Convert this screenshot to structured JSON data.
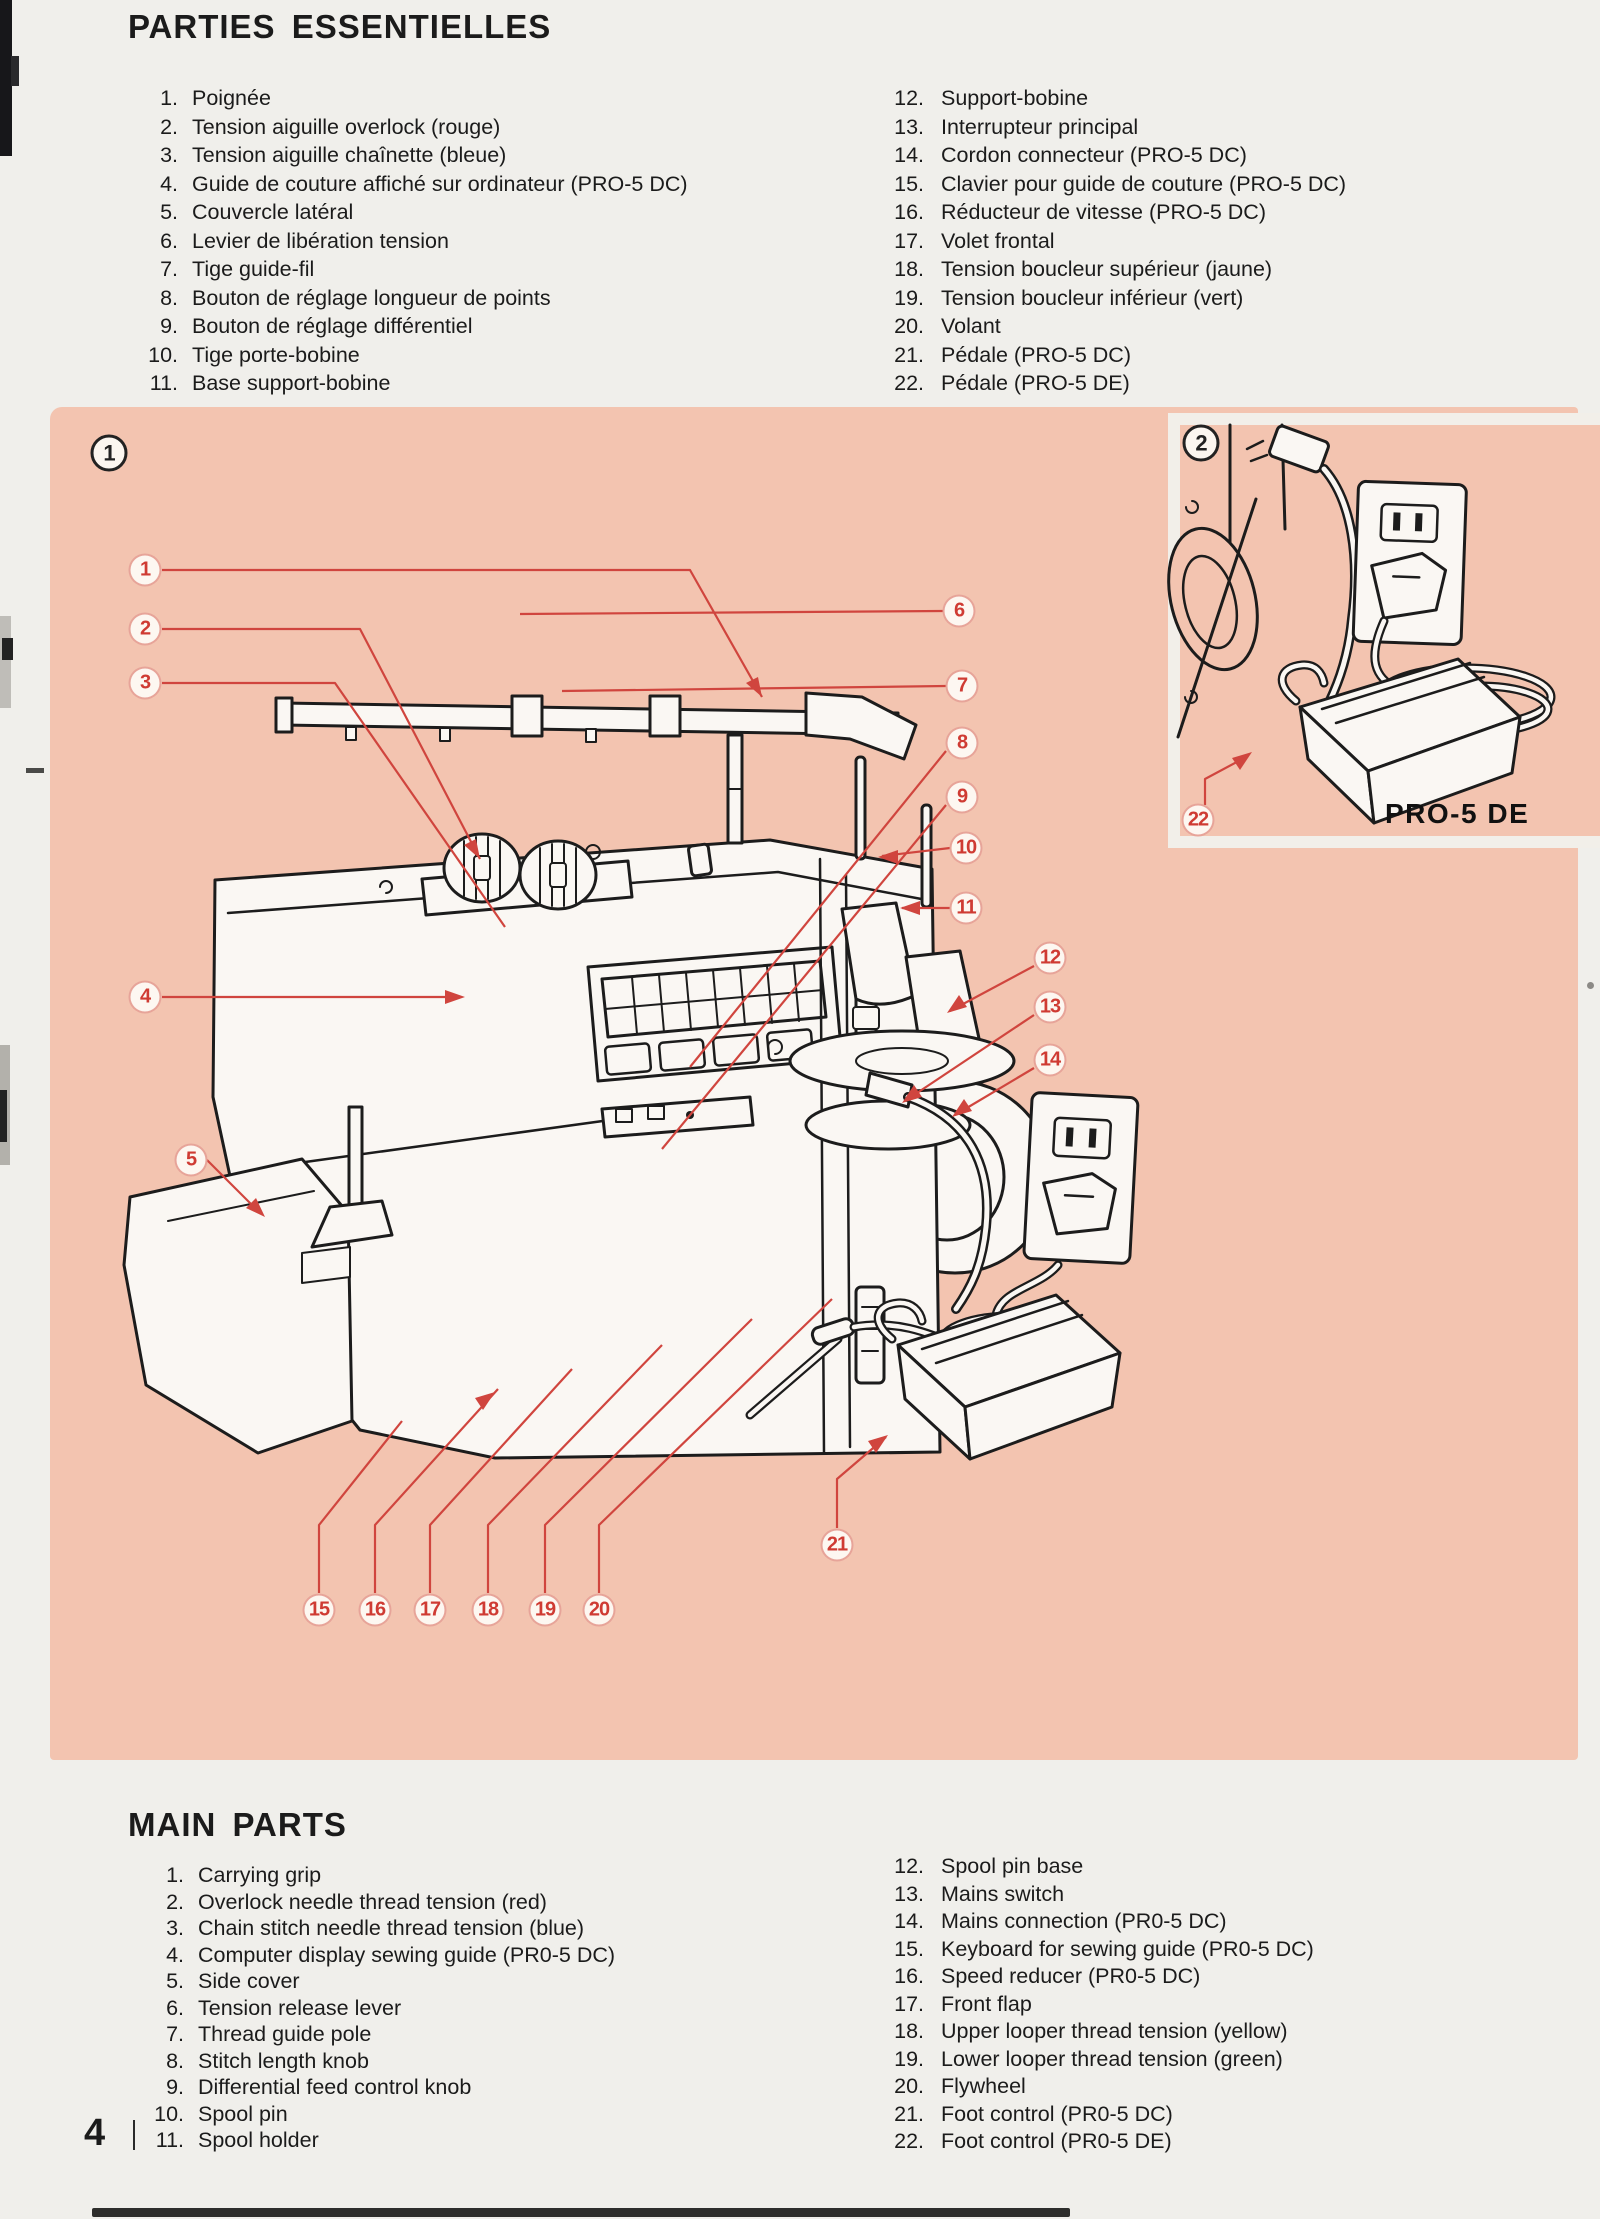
{
  "page": {
    "number": "4"
  },
  "french": {
    "title": "PARTIES ESSENTIELLES",
    "items_left": [
      {
        "n": "1.",
        "t": "Poignée"
      },
      {
        "n": "2.",
        "t": "Tension aiguille overlock (rouge)"
      },
      {
        "n": "3.",
        "t": "Tension aiguille chaînette (bleue)"
      },
      {
        "n": "4.",
        "t": "Guide de couture affiché sur ordinateur (PRO-5 DC)"
      },
      {
        "n": "5.",
        "t": "Couvercle latéral"
      },
      {
        "n": "6.",
        "t": "Levier de libération tension"
      },
      {
        "n": "7.",
        "t": "Tige guide-fil"
      },
      {
        "n": "8.",
        "t": "Bouton de réglage longueur de points"
      },
      {
        "n": "9.",
        "t": "Bouton de réglage différentiel"
      },
      {
        "n": "10.",
        "t": "Tige porte-bobine"
      },
      {
        "n": "11.",
        "t": "Base support-bobine"
      }
    ],
    "items_right": [
      {
        "n": "12.",
        "t": "Support-bobine"
      },
      {
        "n": "13.",
        "t": "Interrupteur principal"
      },
      {
        "n": "14.",
        "t": "Cordon connecteur (PRO-5 DC)"
      },
      {
        "n": "15.",
        "t": "Clavier pour guide de couture (PRO-5 DC)"
      },
      {
        "n": "16.",
        "t": "Réducteur de vitesse (PRO-5 DC)"
      },
      {
        "n": "17.",
        "t": "Volet frontal"
      },
      {
        "n": "18.",
        "t": "Tension boucleur supérieur (jaune)"
      },
      {
        "n": "19.",
        "t": "Tension boucleur inférieur (vert)"
      },
      {
        "n": "20.",
        "t": "Volant"
      },
      {
        "n": "21.",
        "t": "Pédale (PRO-5 DC)"
      },
      {
        "n": "22.",
        "t": "Pédale (PRO-5 DE)"
      }
    ]
  },
  "english": {
    "title": "MAIN PARTS",
    "items_left": [
      {
        "n": "1.",
        "t": "Carrying grip"
      },
      {
        "n": "2.",
        "t": "Overlock needle thread tension (red)"
      },
      {
        "n": "3.",
        "t": "Chain stitch needle thread tension (blue)"
      },
      {
        "n": "4.",
        "t": "Computer display sewing guide (PR0-5 DC)"
      },
      {
        "n": "5.",
        "t": "Side cover"
      },
      {
        "n": "6.",
        "t": "Tension release lever"
      },
      {
        "n": "7.",
        "t": "Thread guide pole"
      },
      {
        "n": "8.",
        "t": "Stitch length knob"
      },
      {
        "n": "9.",
        "t": "Differential feed control knob"
      },
      {
        "n": "10.",
        "t": "Spool pin"
      },
      {
        "n": "11.",
        "t": "Spool holder"
      }
    ],
    "items_right": [
      {
        "n": "12.",
        "t": "Spool pin base"
      },
      {
        "n": "13.",
        "t": "Mains switch"
      },
      {
        "n": "14.",
        "t": "Mains connection (PR0-5 DC)"
      },
      {
        "n": "15.",
        "t": "Keyboard for sewing guide (PR0-5 DC)"
      },
      {
        "n": "16.",
        "t": "Speed reducer (PR0-5 DC)"
      },
      {
        "n": "17.",
        "t": "Front flap"
      },
      {
        "n": "18.",
        "t": "Upper looper thread tension (yellow)"
      },
      {
        "n": "19.",
        "t": "Lower looper thread tension (green)"
      },
      {
        "n": "20.",
        "t": "Flywheel"
      },
      {
        "n": "21.",
        "t": "Foot control (PR0-5 DC)"
      },
      {
        "n": "22.",
        "t": "Foot control (PR0-5 DE)"
      }
    ]
  },
  "figure": {
    "diagram_label": "1",
    "inset_label": "2",
    "inset_model": "PRO-5 DE",
    "inset_callout": "22",
    "accent_red": "#cf3b33",
    "background_pink": "#f3c4b0",
    "callouts": [
      "1",
      "2",
      "3",
      "4",
      "5",
      "6",
      "7",
      "8",
      "9",
      "10",
      "11",
      "12",
      "13",
      "14",
      "15",
      "16",
      "17",
      "18",
      "19",
      "20",
      "21"
    ]
  }
}
